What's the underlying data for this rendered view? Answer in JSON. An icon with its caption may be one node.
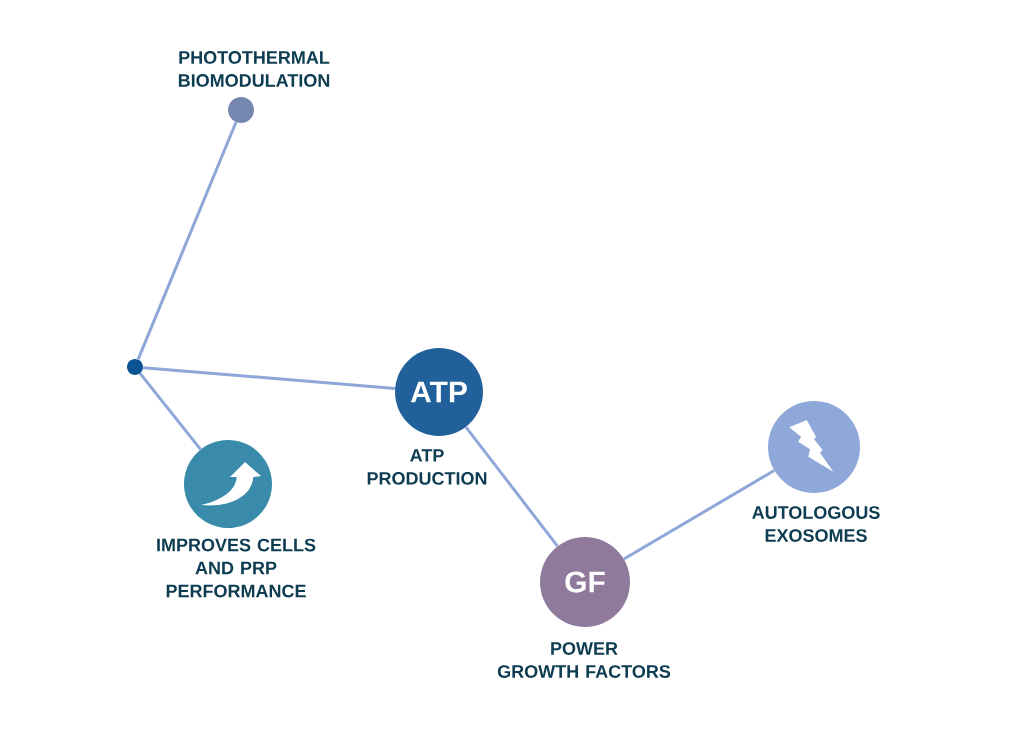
{
  "diagram": {
    "nodes": [
      {
        "text": [],
        "shape": "circle",
        "beside": [
          "PHOTOTHERMAL BIOMODULATION"
        ]
      },
      {
        "text": [],
        "shape": "circle"
      },
      {
        "text": [
          "ATP"
        ],
        "beside": [
          "ATP PRODUCTION"
        ]
      },
      {
        "text": [],
        "shape": "circle",
        "beside": [
          "IMPROVES CELLS AND PRP PERFORMANCE"
        ]
      },
      {
        "text": [
          "GF"
        ],
        "beside": [
          "POWER GROWTH FACTORS"
        ]
      },
      {
        "text": [],
        "shape": "circle",
        "beside": [
          "AUTOLOGOUS EXOSOMES"
        ]
      }
    ],
    "edges": [
      {
        "from": 0,
        "to": 1,
        "arrow": "none"
      },
      {
        "from": 1,
        "to": 2,
        "arrow": "none"
      },
      {
        "from": 1,
        "to": 3,
        "arrow": "none"
      },
      {
        "from": 2,
        "to": 4,
        "arrow": "none"
      },
      {
        "from": 4,
        "to": 5,
        "arrow": "none"
      }
    ]
  }
}
